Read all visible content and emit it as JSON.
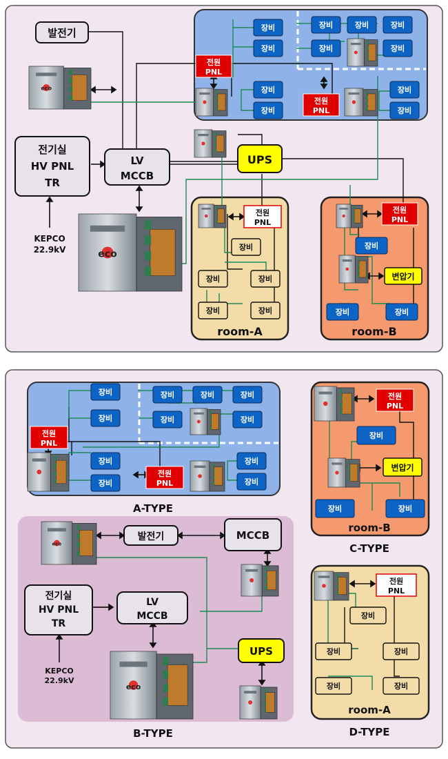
{
  "labels": {
    "equipment": "장비",
    "generator": "발전기",
    "power_pnl_line1": "전원",
    "power_pnl_line2": "PNL",
    "lv": "LV",
    "mccb": "MCCB",
    "electric_room_line1": "전기실",
    "electric_room_line2": "HV PNL",
    "electric_room_line3": "TR",
    "kepco_line1": "KEPCO",
    "kepco_line2": "22.9kV",
    "ups": "UPS",
    "transformer": "변압기",
    "room_a": "room-A",
    "room_b": "room-B",
    "device_logo": "eco"
  },
  "types": {
    "a": "A-TYPE",
    "b": "B-TYPE",
    "c": "C-TYPE",
    "d": "D-TYPE"
  },
  "colors": {
    "panel_bg": "#f2e6f0",
    "blue_zone": "#8fb3e8",
    "equip_blue": "#0e64c4",
    "red_box": "#e00000",
    "ups_yellow": "#ffff00",
    "room_a_bg": "#f4dca8",
    "room_b_bg": "#f59a6e",
    "b_type_bg": "#dcbcd4",
    "green_line": "#1b8a55"
  }
}
